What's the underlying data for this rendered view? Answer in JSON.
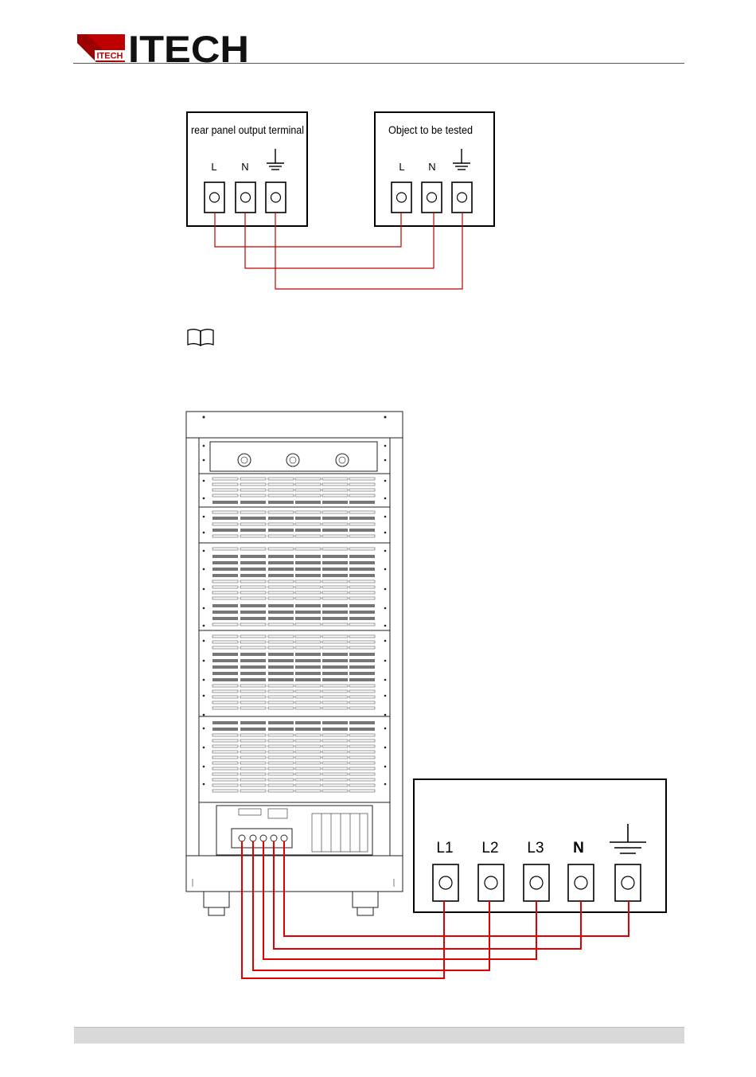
{
  "header": {
    "logo_badge_text": "ITECH",
    "logo_text": "ITECH",
    "logo_color": "#c00000"
  },
  "diagram1": {
    "source_box_title": "rear panel output terminal",
    "load_box_title": "Object to be tested",
    "source_terminals": [
      "L",
      "N",
      "ground-symbol"
    ],
    "load_terminals": [
      "L",
      "N",
      "ground-symbol"
    ],
    "wire_color": "#c00000"
  },
  "note": {
    "icon": "book-icon"
  },
  "diagram2": {
    "terminals": [
      "L1",
      "L2",
      "L3",
      "N",
      "ground-symbol"
    ],
    "wire_color": "#e00000"
  },
  "footer": {
    "bar_color": "#d9d9d9"
  }
}
